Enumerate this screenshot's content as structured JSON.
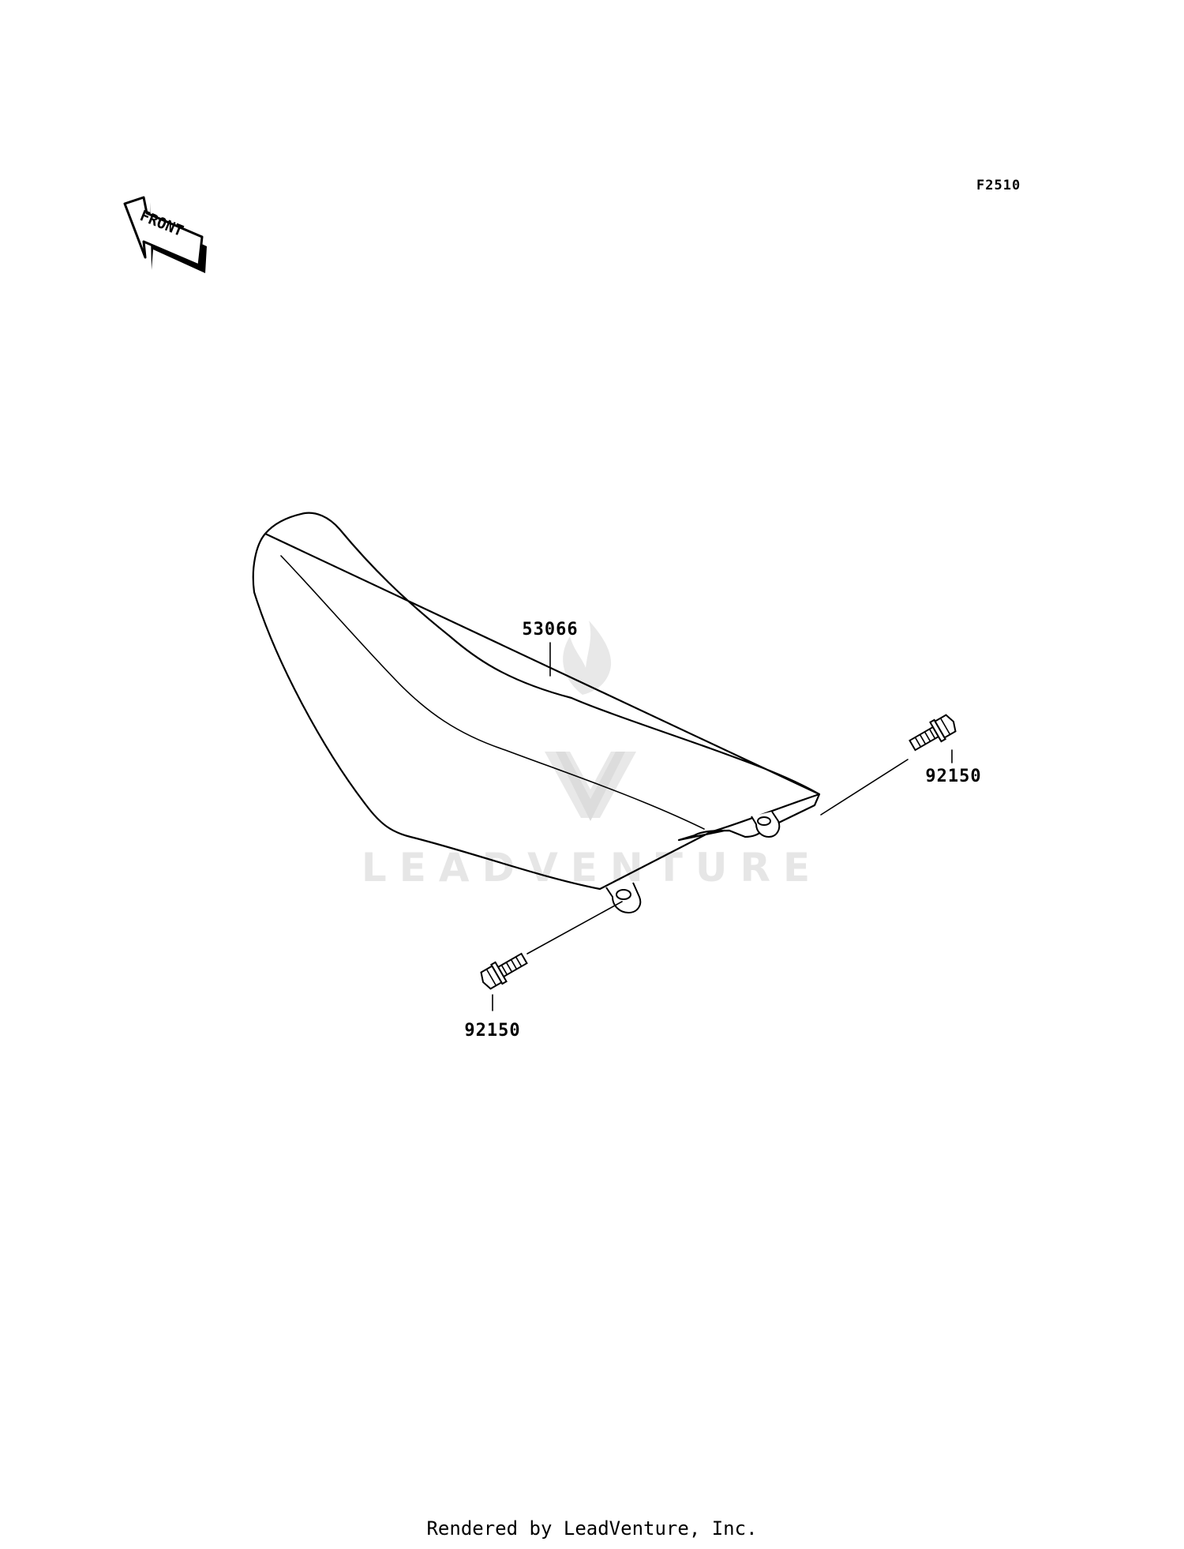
{
  "figure_code": "F2510",
  "front_label": "FRONT",
  "parts": {
    "seat": {
      "number": "53066"
    },
    "bolt_right": {
      "number": "92150"
    },
    "bolt_left": {
      "number": "92150"
    }
  },
  "watermark": {
    "text": "LEADVENTURE",
    "color": "#e6e6e6"
  },
  "footer": "Rendered by LeadVenture, Inc."
}
